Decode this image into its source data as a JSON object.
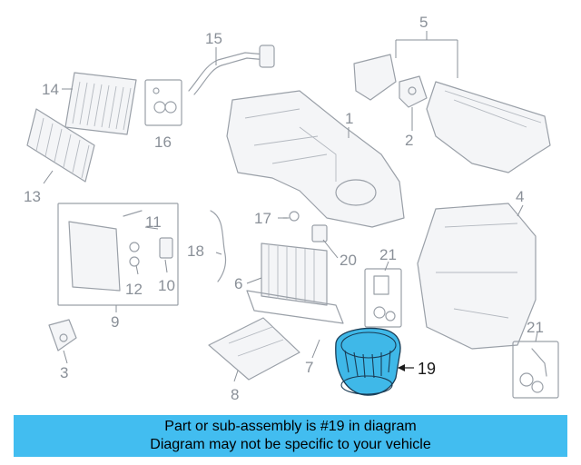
{
  "callouts": {
    "c1": "1",
    "c2": "2",
    "c3": "3",
    "c4": "4",
    "c5": "5",
    "c6": "6",
    "c7": "7",
    "c8": "8",
    "c9": "9",
    "c10": "10",
    "c11": "11",
    "c12": "12",
    "c13": "13",
    "c14": "14",
    "c15": "15",
    "c16": "16",
    "c17": "17",
    "c18": "18",
    "c19": "19",
    "c20": "20",
    "c21a": "21",
    "c21b": "21"
  },
  "highlight": {
    "part_number": "19",
    "fill_color": "#3fb8e8",
    "outline_color": "#1a3c55"
  },
  "banner": {
    "line1": "Part or sub-assembly is #19 in diagram",
    "line2": "Diagram may not be specific to your vehicle",
    "background": "#42bdf0"
  }
}
